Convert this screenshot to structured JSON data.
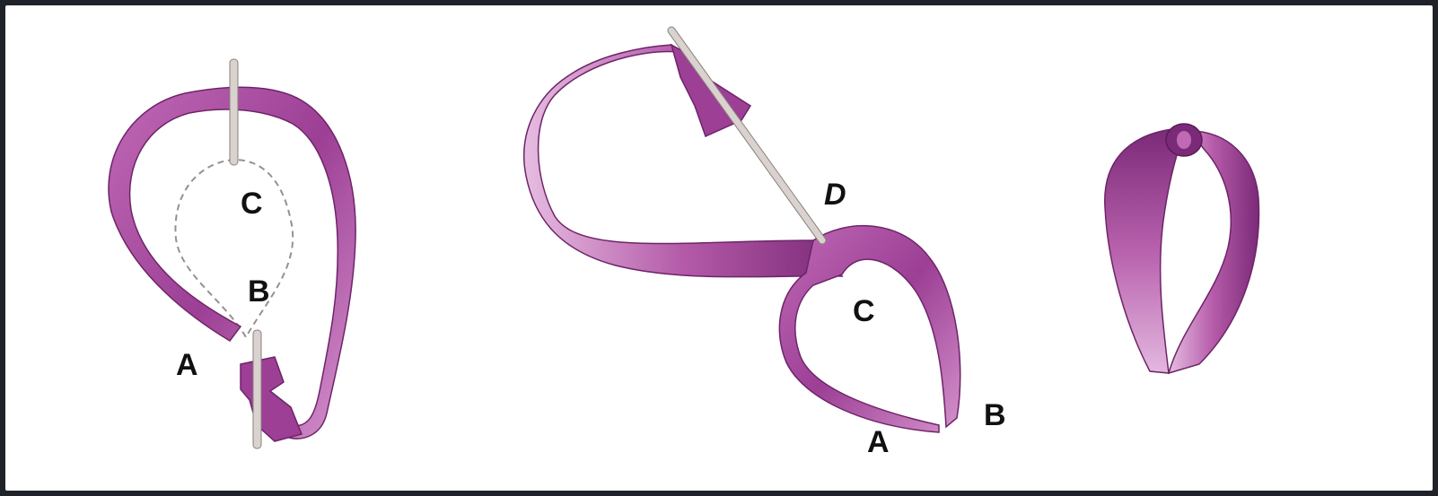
{
  "colors": {
    "ribbon_dark": "#7b2a78",
    "ribbon_mid": "#b45aa8",
    "ribbon_light": "#e3b8df",
    "needle": "#d9d2cf",
    "thread": "#9a8f8f",
    "label": "#111111",
    "frame": "#1f2329"
  },
  "icons": [
    "needle-icon"
  ],
  "step1": {
    "labels": {
      "a": "A",
      "b": "B",
      "c": "C"
    }
  },
  "step2": {
    "labels": {
      "a": "A",
      "b": "B",
      "c": "C",
      "d": "D"
    }
  },
  "step3": {}
}
